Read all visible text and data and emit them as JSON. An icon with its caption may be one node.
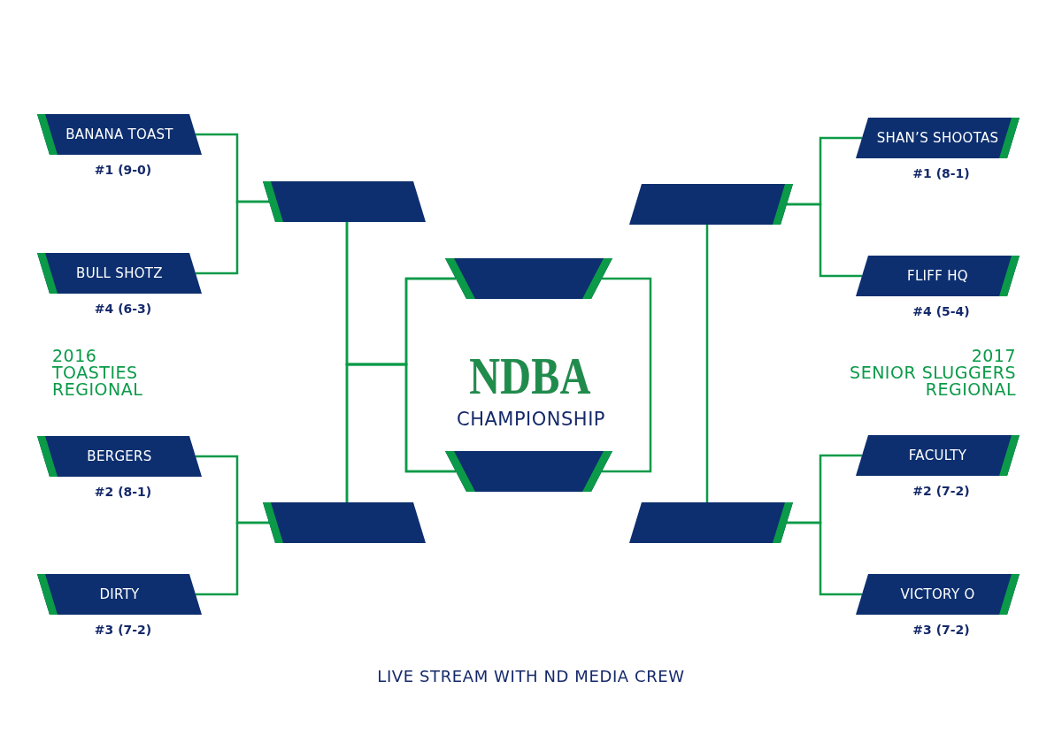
{
  "diagram": {
    "caption": "LIVE STREAM WITH ND MEDIA CREW",
    "nodes": [
      {
        "text": [
          "BANANA TOAST"
        ],
        "beside": [
          "#1 (9-0)"
        ]
      },
      {
        "text": [
          "BULL SHOTZ"
        ],
        "beside": [
          "#4 (6-3)"
        ]
      },
      {
        "text": [
          "BERGERS"
        ],
        "beside": [
          "#2 (8-1)"
        ]
      },
      {
        "text": [
          "DIRTY"
        ],
        "beside": [
          "#3 (7-2)"
        ]
      },
      {
        "text": [],
        "shape": "parallelogram"
      },
      {
        "text": [],
        "shape": "parallelogram"
      },
      {
        "text": [],
        "shape": "trapezoid"
      },
      {
        "text": [],
        "shape": "trapezoid"
      },
      {
        "text": [],
        "shape": "parallelogram"
      },
      {
        "text": [],
        "shape": "parallelogram"
      },
      {
        "text": [
          "SHAN’S SHOOTAS"
        ],
        "beside": [
          "#1 (8-1)"
        ]
      },
      {
        "text": [
          "FLIFF HQ"
        ],
        "beside": [
          "#4 (5-4)"
        ]
      },
      {
        "text": [
          "FACULTY"
        ],
        "beside": [
          "#2 (7-2)"
        ]
      },
      {
        "text": [
          "VICTORY O"
        ],
        "beside": [
          "#3 (7-2)"
        ]
      }
    ],
    "edges": [
      {
        "from": 0,
        "to": 4,
        "arrow": "none"
      },
      {
        "from": 1,
        "to": 4,
        "arrow": "none"
      },
      {
        "from": 2,
        "to": 5,
        "arrow": "none"
      },
      {
        "from": 3,
        "to": 5,
        "arrow": "none"
      },
      {
        "from": 4,
        "to": 6,
        "arrow": "none"
      },
      {
        "from": 4,
        "to": 7,
        "arrow": "none"
      },
      {
        "from": 5,
        "to": 6,
        "arrow": "none"
      },
      {
        "from": 5,
        "to": 7,
        "arrow": "none"
      },
      {
        "from": 6,
        "to": 7,
        "arrow": "none"
      },
      {
        "from": 8,
        "to": 9,
        "arrow": "none"
      },
      {
        "from": 10,
        "to": 8,
        "arrow": "none"
      },
      {
        "from": 11,
        "to": 8,
        "arrow": "none"
      },
      {
        "from": 12,
        "to": 9,
        "arrow": "none"
      },
      {
        "from": 13,
        "to": 9,
        "arrow": "none"
      }
    ],
    "labels": [
      "2016 TOASTIES REGIONAL",
      "NDBA",
      "CHAMPIONSHIP",
      "2017 SENIOR SLUGGERS REGIONAL"
    ]
  }
}
